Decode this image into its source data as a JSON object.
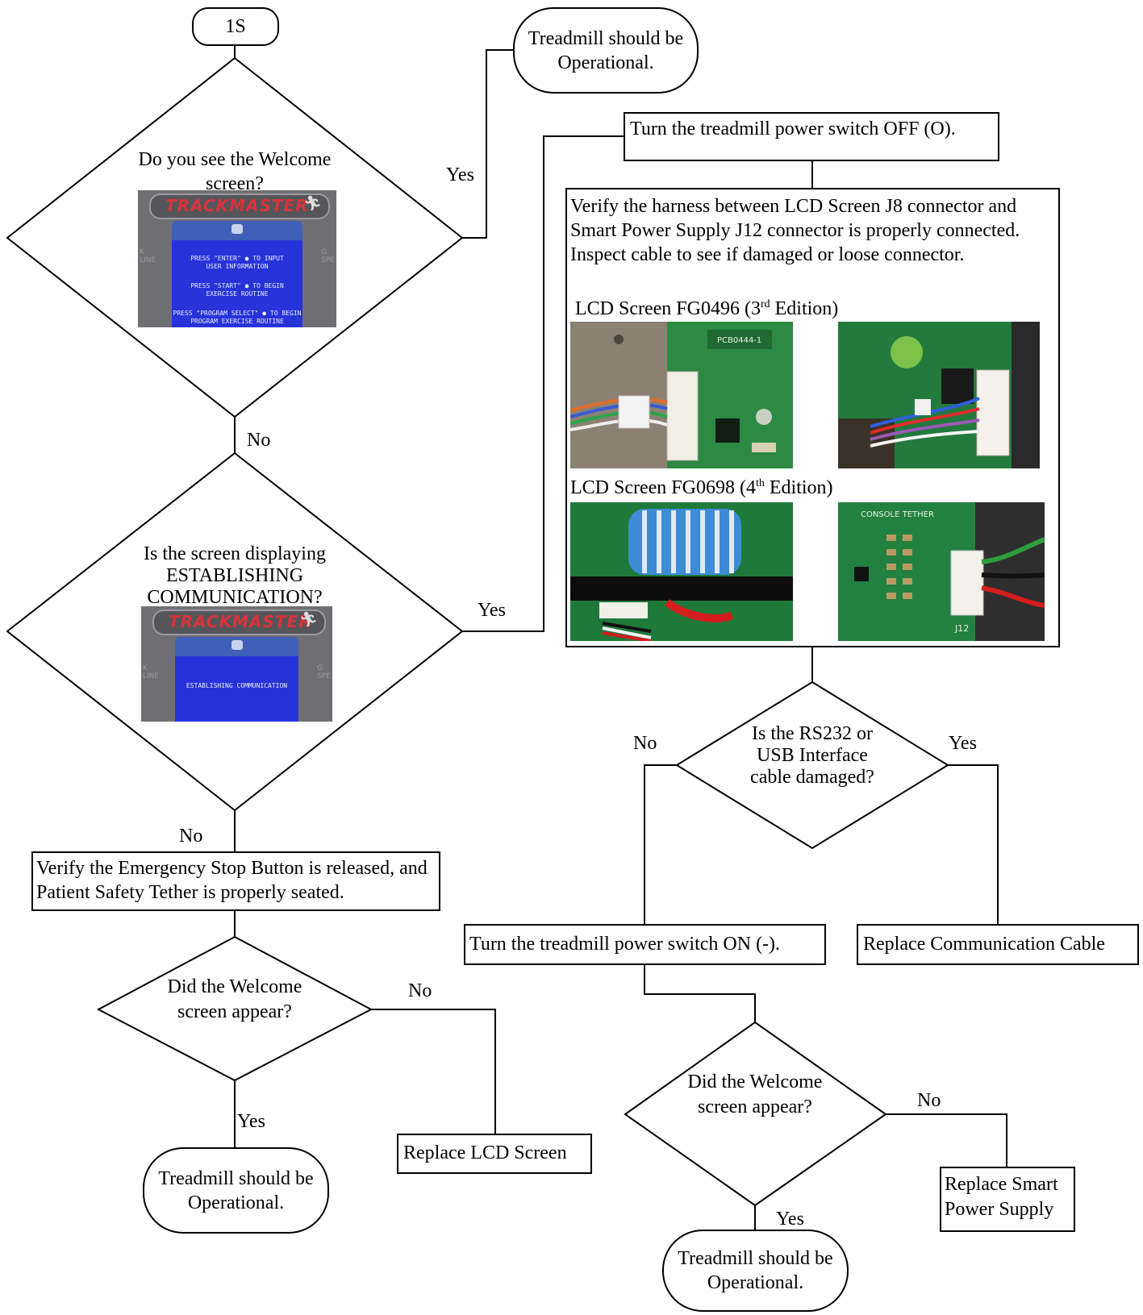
{
  "start": "1S",
  "q1": {
    "text": "Do you see the Welcome screen?",
    "monitor": {
      "brand": "TRACKMASTER",
      "screen_lines": [
        "PRESS \"ENTER\" ● TO INPUT",
        "USER INFORMATION",
        "",
        "PRESS \"START\" ● TO BEGIN",
        "EXERCISE ROUTINE",
        "",
        "PRESS \"PROGRAM SELECT\" ● TO BEGIN",
        "PROGRAM EXERCISE ROUTINE"
      ]
    },
    "yes": "Yes",
    "no": "No"
  },
  "operational_1": "Treadmill should be Operational.",
  "q2": {
    "text": "Is the screen displaying ESTABLISHING COMMUNICATION?",
    "monitor": {
      "brand": "TRACKMASTER",
      "screen_lines": [
        "ESTABLISHING COMMUNICATION"
      ]
    },
    "yes": "Yes",
    "no": "No"
  },
  "power_off": "Turn the treadmill power switch OFF (O).",
  "verify_harness": {
    "text": "Verify the harness between LCD Screen J8 connector and Smart Power Supply J12 connector is properly connected. Inspect cable to see if damaged or loose connector.",
    "caption_3rd": {
      "pre": "LCD Screen FG0496 (3",
      "sup": "rd",
      "post": " Edition)"
    },
    "caption_4th": {
      "pre": "LCD Screen FG0698 (4",
      "sup": "th",
      "post": " Edition)"
    },
    "photo_labels": [
      "PCB0444-1",
      "CONSOLE TETHER",
      "J12"
    ]
  },
  "q3": {
    "text": "Is the RS232 or USB Interface cable damaged?",
    "no": "No",
    "yes": "Yes"
  },
  "power_on": "Turn the treadmill power switch ON (-).",
  "replace_cable": "Replace Communication Cable",
  "q4": {
    "text": "Did the Welcome screen appear?",
    "no": "No",
    "yes": "Yes"
  },
  "replace_psu": "Replace Smart Power Supply",
  "operational_3": "Treadmill should be Operational.",
  "verify_estop": "Verify the Emergency Stop Button is released, and Patient Safety Tether is properly seated.",
  "q5": {
    "text": "Did the Welcome screen appear?",
    "no": "No",
    "yes": "Yes"
  },
  "replace_lcd": "Replace LCD Screen",
  "operational_2": "Treadmill should be Operational."
}
